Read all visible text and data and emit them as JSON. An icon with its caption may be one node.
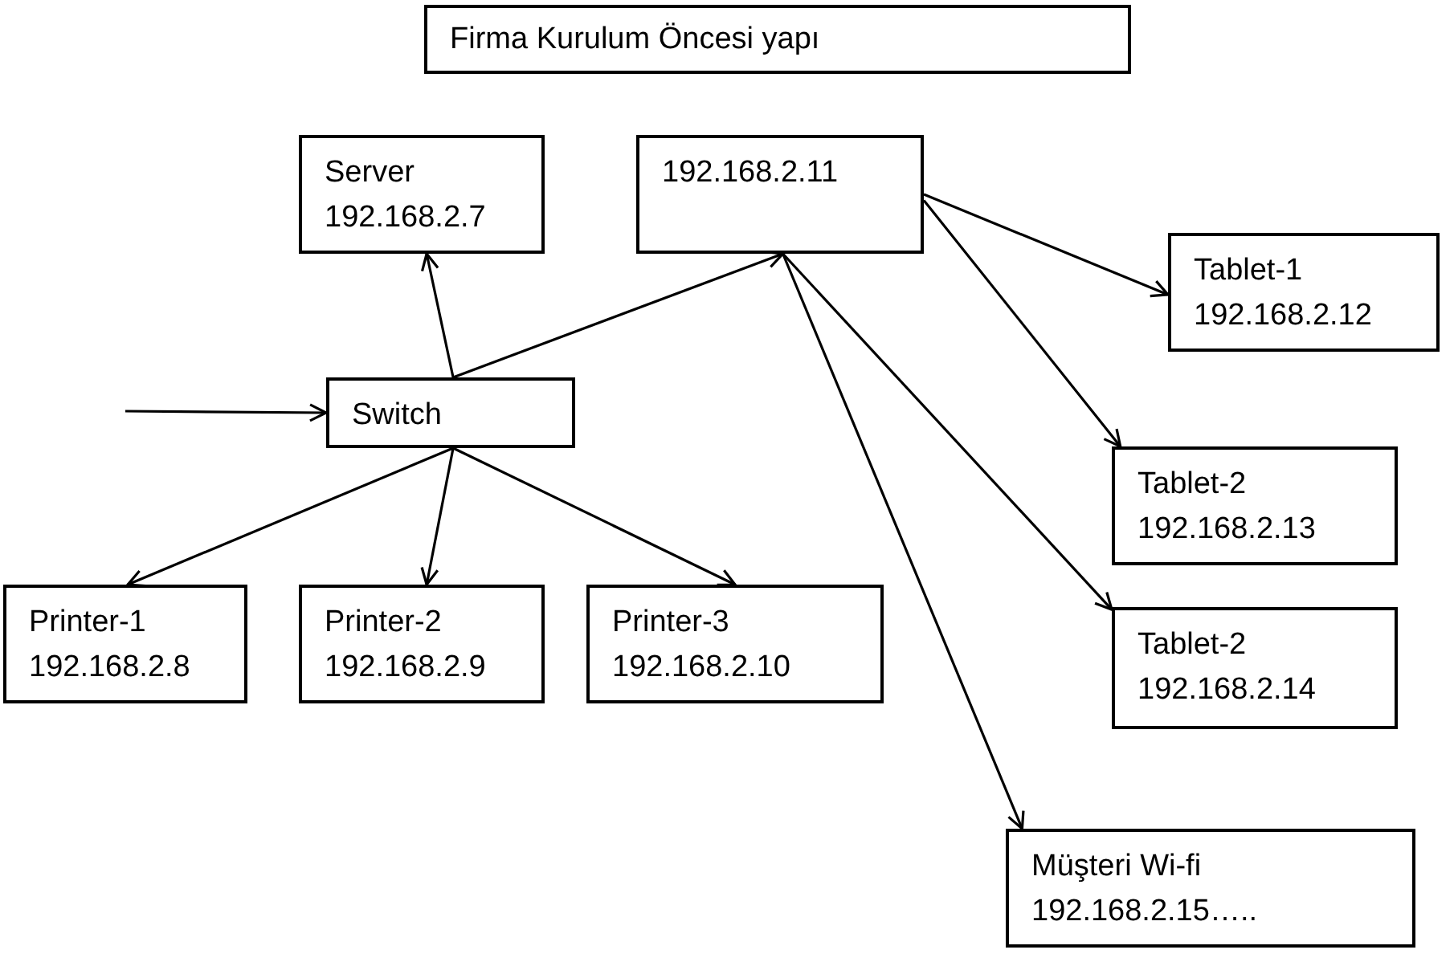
{
  "diagram": {
    "title": "Firma Kurulum Öncesi yapı",
    "nodes": [
      {
        "text": [
          "Server",
          "192.168.2.7"
        ]
      },
      {
        "text": [
          "192.168.2.11"
        ]
      },
      {
        "text": [
          "Tablet-1",
          "192.168.2.12"
        ]
      },
      {
        "text": [
          "Switch"
        ]
      },
      {
        "text": [
          "Tablet-2",
          "192.168.2.13"
        ]
      },
      {
        "text": [
          "Printer-1",
          "192.168.2.8"
        ]
      },
      {
        "text": [
          "Printer-2",
          "192.168.2.9"
        ]
      },
      {
        "text": [
          "Printer-3",
          "192.168.2.10"
        ]
      },
      {
        "text": [
          "Tablet-2",
          "192.168.2.14"
        ]
      },
      {
        "text": [
          "Müşteri Wi-fi",
          "192.168.2.15….."
        ]
      }
    ],
    "edges": [
      {
        "from": null,
        "to": 3,
        "arrow": "to"
      },
      {
        "from": 3,
        "to": 0,
        "arrow": "to"
      },
      {
        "from": 3,
        "to": 1,
        "arrow": "to"
      },
      {
        "from": 3,
        "to": 5,
        "arrow": "to"
      },
      {
        "from": 3,
        "to": 6,
        "arrow": "to"
      },
      {
        "from": 3,
        "to": 7,
        "arrow": "to"
      },
      {
        "from": 1,
        "to": 2,
        "arrow": "to"
      },
      {
        "from": 1,
        "to": 4,
        "arrow": "to"
      },
      {
        "from": 1,
        "to": 8,
        "arrow": "to"
      },
      {
        "from": 1,
        "to": 9,
        "arrow": "to"
      }
    ]
  }
}
